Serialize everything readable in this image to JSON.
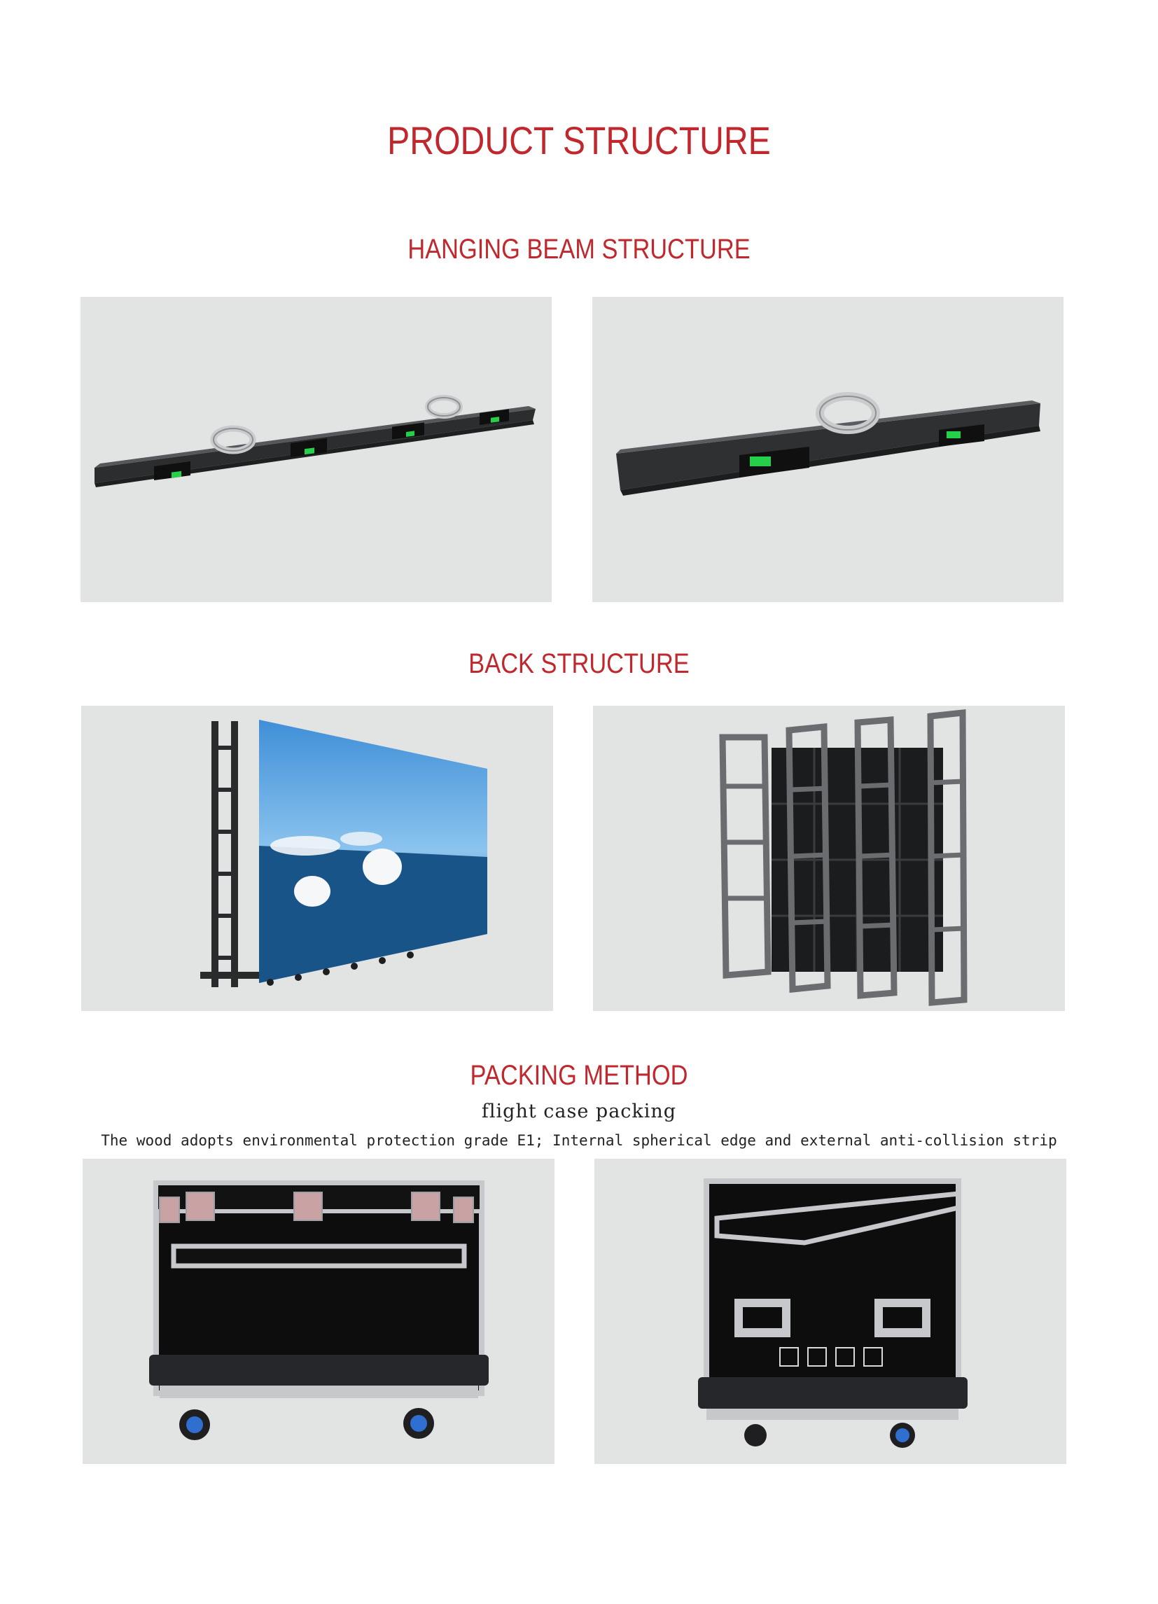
{
  "page": {
    "title": "PRODUCT STRUCTURE"
  },
  "sections": {
    "hanging_beam": {
      "title": "HANGING BEAM STRUCTURE"
    },
    "back": {
      "title": "BACK STRUCTURE"
    },
    "packing": {
      "title": "PACKING METHOD",
      "subtitle": "flight case packing",
      "description": "The wood adopts environmental protection grade E1; Internal spherical edge and external anti-collision strip"
    }
  },
  "colors": {
    "heading_red": "#c0282d",
    "panel_bg": "#e2e3e3",
    "beam_gray": "#3a3b3d",
    "led_green": "#25d14a"
  }
}
